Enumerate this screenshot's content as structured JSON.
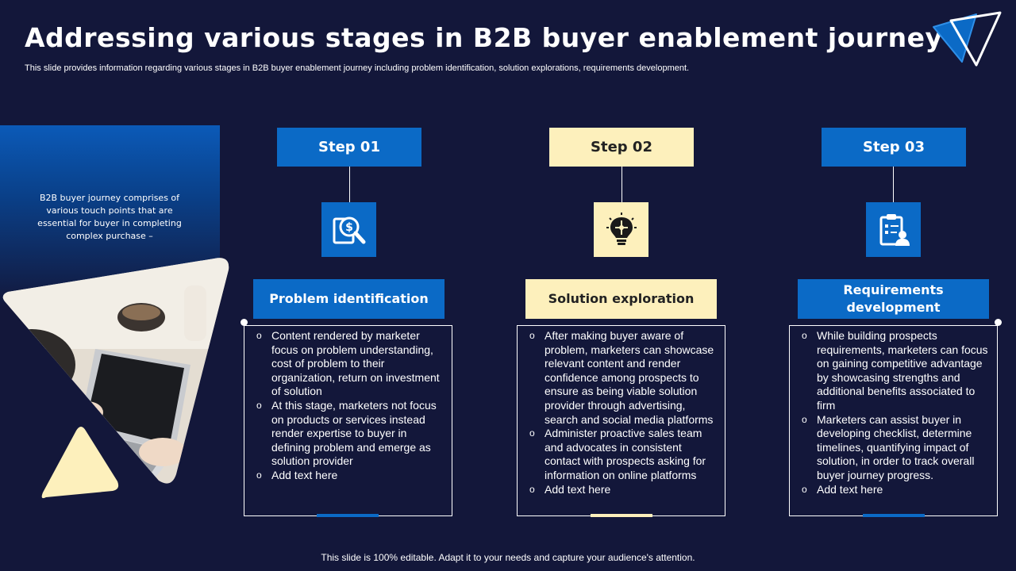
{
  "title": "Addressing various stages in B2B buyer enablement journey",
  "subtitle": "This slide provides information regarding various stages in B2B buyer enablement journey including problem identification, solution explorations, requirements development.",
  "side_text": "B2B buyer journey comprises of various touch points that are essential for buyer in completing complex purchase –",
  "colors": {
    "background": "#13173a",
    "blue": "#0b6ac6",
    "cream": "#fdf0bc"
  },
  "steps": [
    {
      "label": "Step 01",
      "icon": "search-dollar-icon",
      "heading": "Problem identification",
      "bullets": [
        "Content rendered by marketer focus on problem understanding, cost of problem to their organization, return on investment of solution",
        "At this stage, marketers not focus on products or services instead render expertise to buyer in defining problem and emerge as solution provider",
        "Add text here"
      ]
    },
    {
      "label": "Step 02",
      "icon": "lightbulb-puzzle-icon",
      "heading": "Solution exploration",
      "bullets": [
        "After making buyer aware of problem, marketers can showcase relevant content and render confidence among prospects to ensure as being viable solution provider through advertising, search and social media platforms",
        "Administer proactive sales team and advocates in consistent contact with prospects asking for information on online platforms",
        "Add text here"
      ]
    },
    {
      "label": "Step 03",
      "icon": "clipboard-user-icon",
      "heading": "Requirements development",
      "bullets": [
        "While building prospects requirements, marketers can focus on gaining competitive advantage by showcasing strengths and additional benefits associated to firm",
        "Marketers can assist buyer in developing checklist, determine timelines, quantifying impact of solution, in order to track overall buyer journey progress.",
        "Add text here"
      ]
    }
  ],
  "footer": "This slide is 100% editable. Adapt it to your needs and capture your audience's attention."
}
